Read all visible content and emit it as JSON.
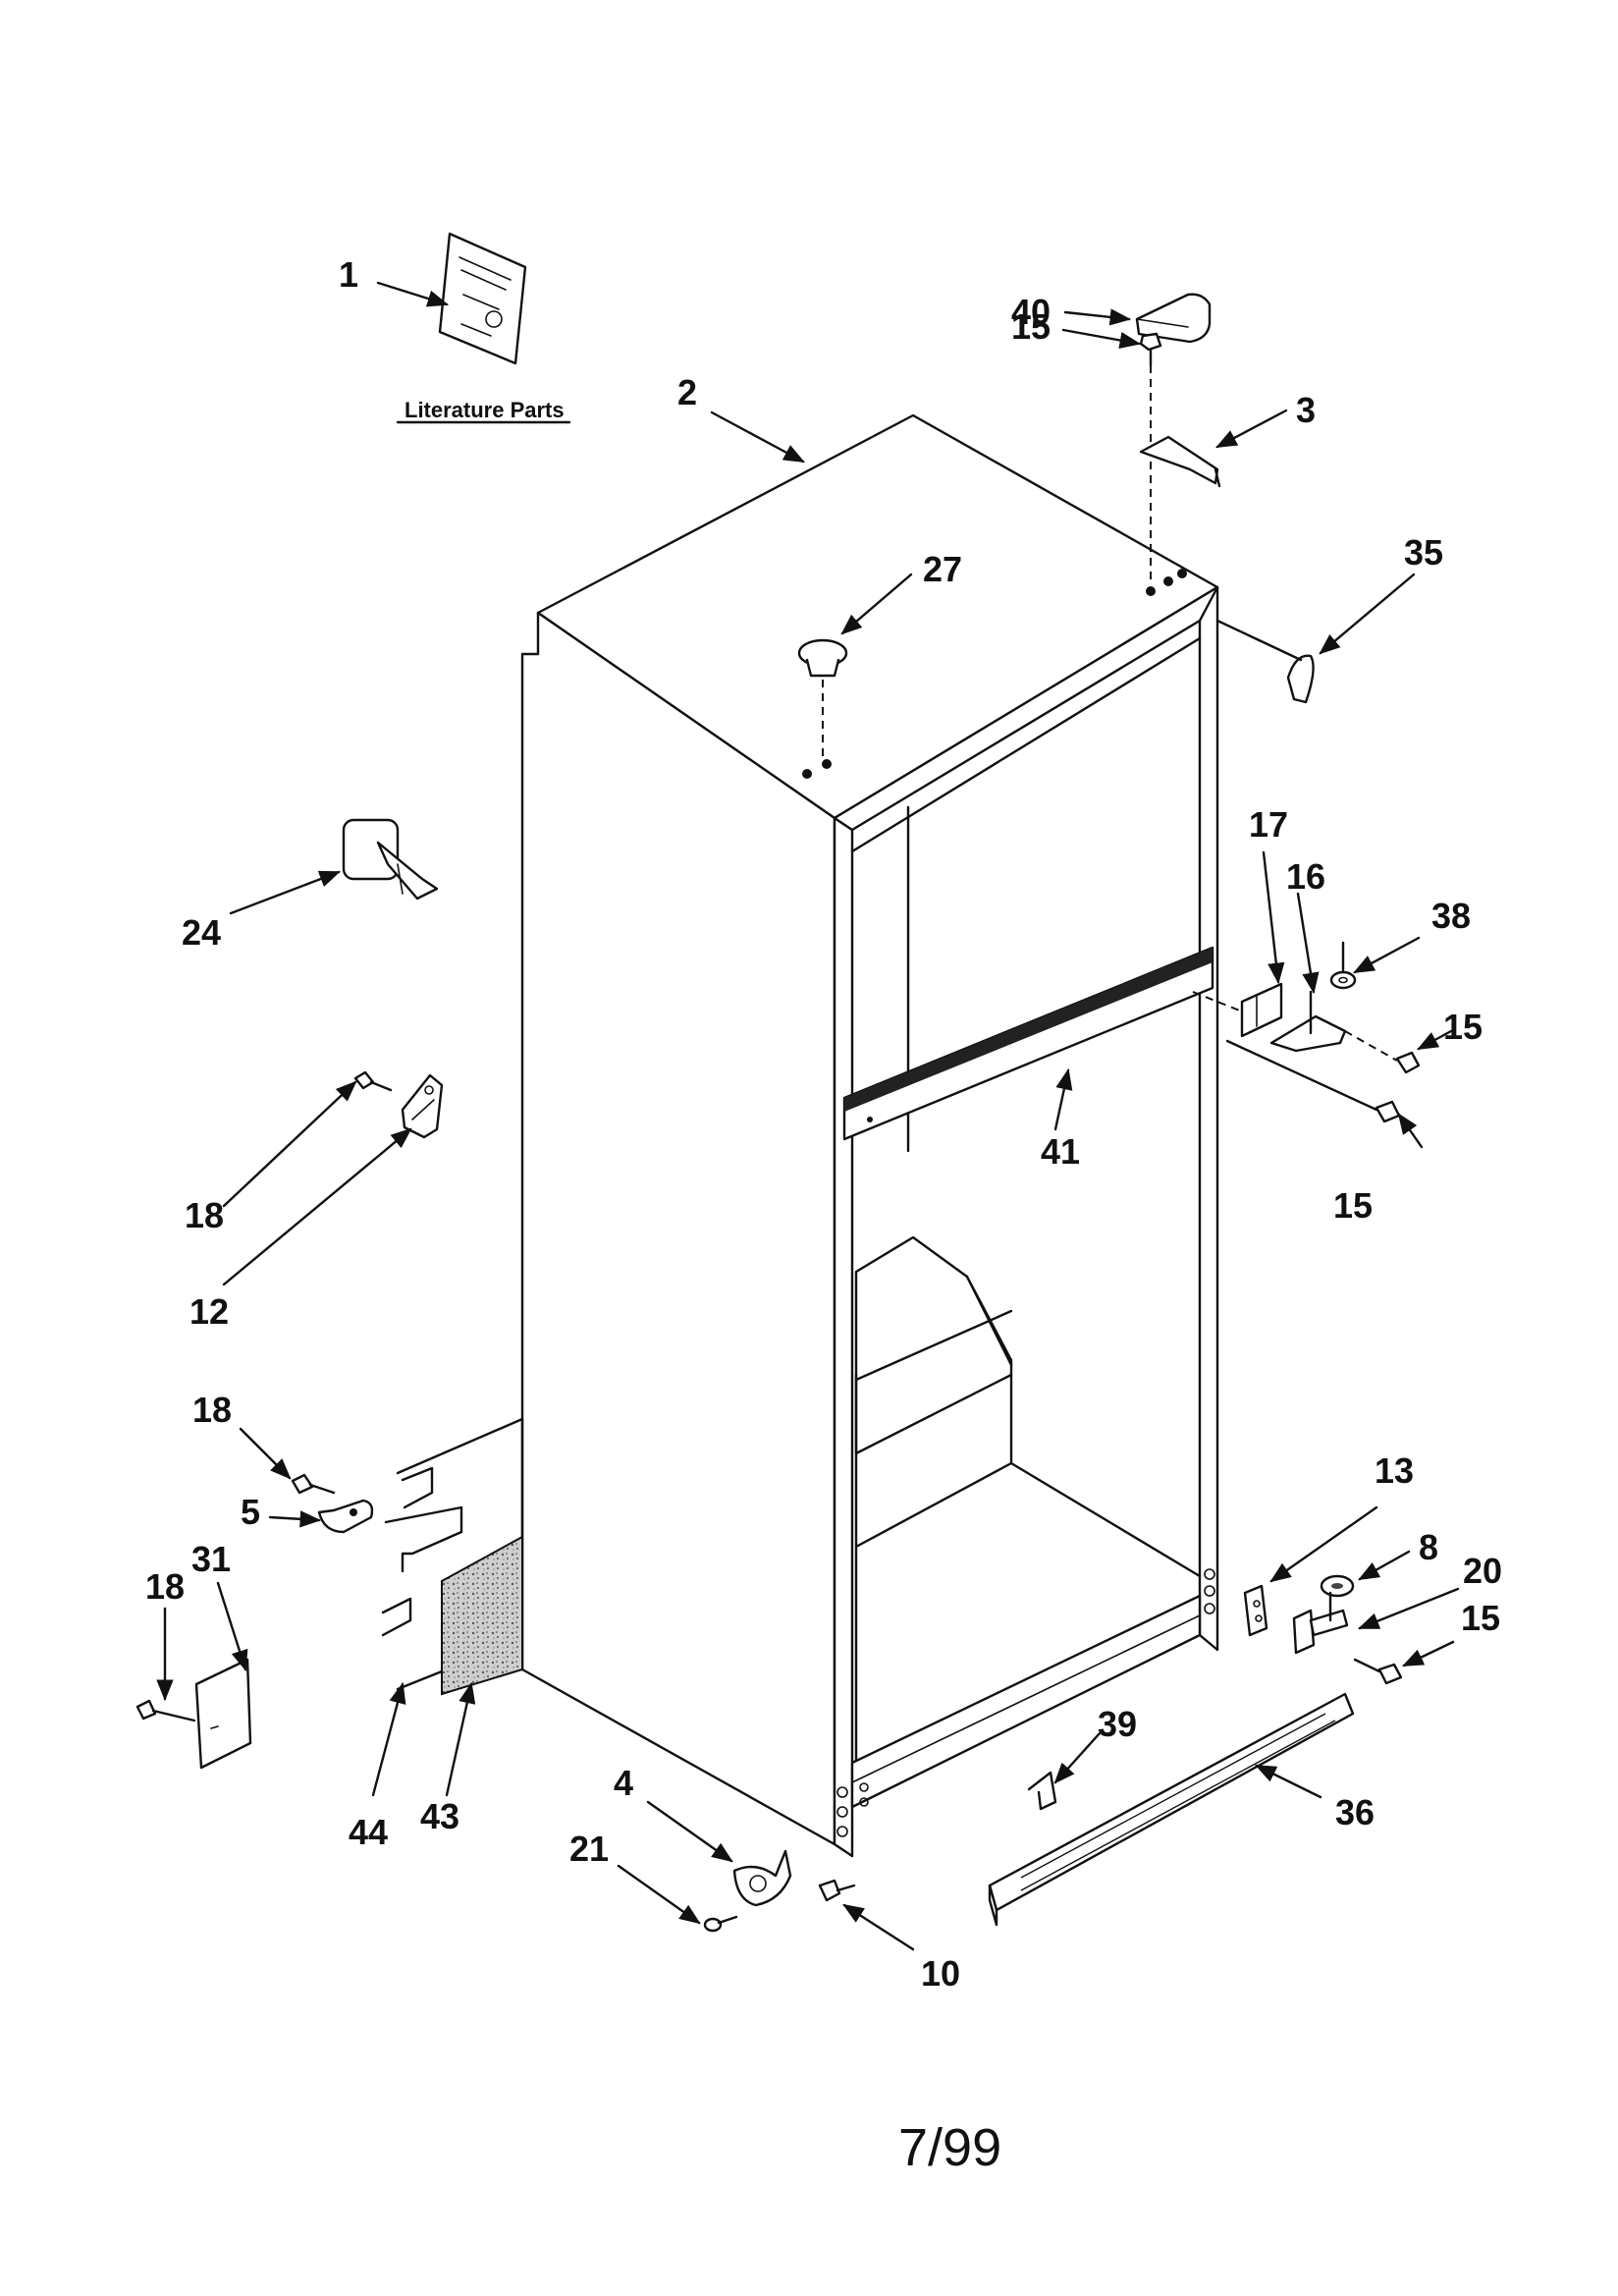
{
  "literature_label": "Literature Parts",
  "footer_date": "7/99",
  "callouts": [
    {
      "id": "c1",
      "text": "1"
    },
    {
      "id": "c2",
      "text": "2"
    },
    {
      "id": "c3",
      "text": "3"
    },
    {
      "id": "c4",
      "text": "4"
    },
    {
      "id": "c5",
      "text": "5"
    },
    {
      "id": "c8",
      "text": "8"
    },
    {
      "id": "c10",
      "text": "10"
    },
    {
      "id": "c12",
      "text": "12"
    },
    {
      "id": "c13",
      "text": "13"
    },
    {
      "id": "c15a",
      "text": "15"
    },
    {
      "id": "c15b",
      "text": "15"
    },
    {
      "id": "c15c",
      "text": "15"
    },
    {
      "id": "c15d",
      "text": "15"
    },
    {
      "id": "c16",
      "text": "16"
    },
    {
      "id": "c17",
      "text": "17"
    },
    {
      "id": "c18a",
      "text": "18"
    },
    {
      "id": "c18b",
      "text": "18"
    },
    {
      "id": "c18c",
      "text": "18"
    },
    {
      "id": "c20",
      "text": "20"
    },
    {
      "id": "c21",
      "text": "21"
    },
    {
      "id": "c24",
      "text": "24"
    },
    {
      "id": "c27",
      "text": "27"
    },
    {
      "id": "c31",
      "text": "31"
    },
    {
      "id": "c35",
      "text": "35"
    },
    {
      "id": "c36",
      "text": "36"
    },
    {
      "id": "c38",
      "text": "38"
    },
    {
      "id": "c39",
      "text": "39"
    },
    {
      "id": "c40",
      "text": "40"
    },
    {
      "id": "c41",
      "text": "41"
    },
    {
      "id": "c43",
      "text": "43"
    },
    {
      "id": "c44",
      "text": "44"
    }
  ]
}
